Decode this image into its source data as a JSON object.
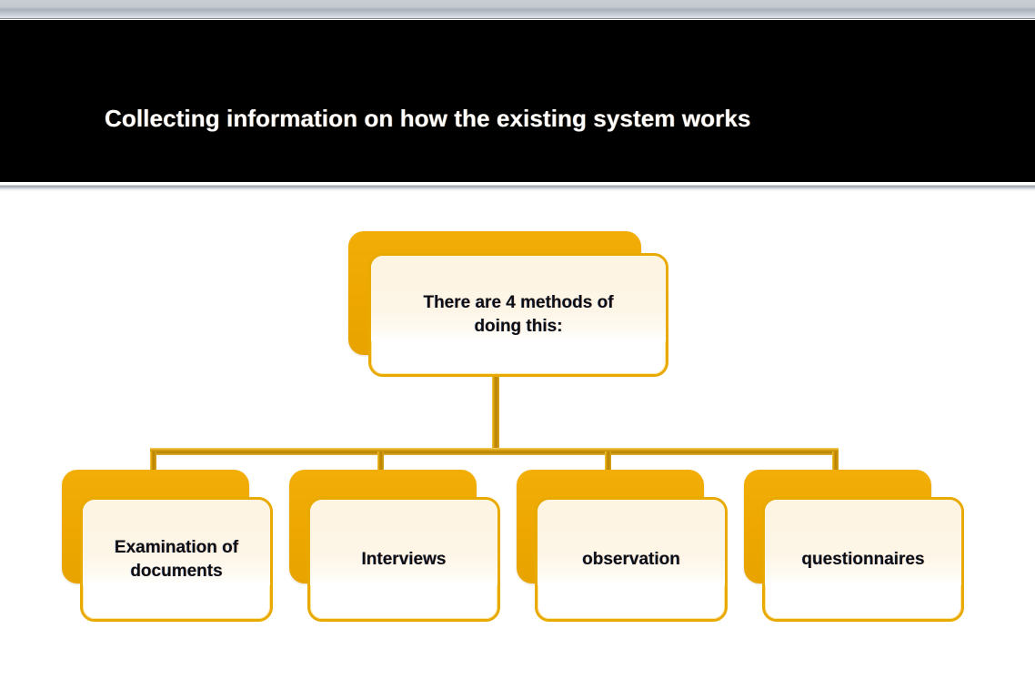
{
  "slide": {
    "title": "Collecting information on how the existing system works",
    "background_color": "#FFFFFF",
    "banner_color": "#000000",
    "title_color": "#FFFFFF",
    "accent_color": "#EDA700",
    "card_border_color": "#E8A900",
    "card_fill_color": "#FDF5E6",
    "connector_color": "#B58100"
  },
  "diagram": {
    "type": "org-chart",
    "root": {
      "label": "There are 4 methods of\ndoing this:"
    },
    "children": [
      {
        "label": "Examination of\ndocuments"
      },
      {
        "label": "Interviews"
      },
      {
        "label": "observation"
      },
      {
        "label": "questionnaires"
      }
    ]
  }
}
